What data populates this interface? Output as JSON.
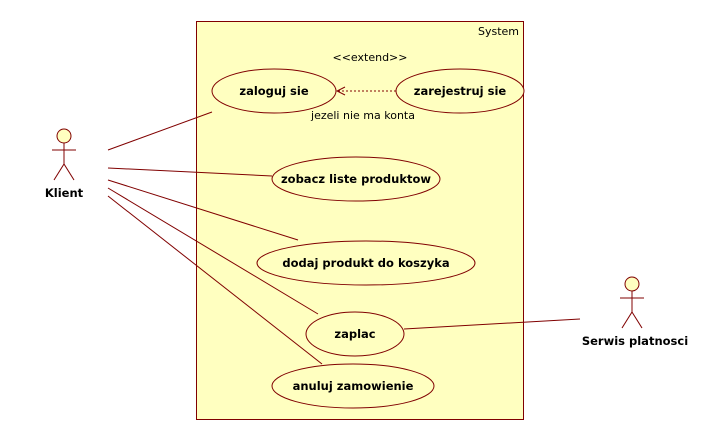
{
  "system": {
    "label": "System"
  },
  "actors": {
    "client": {
      "label": "Klient"
    },
    "payment": {
      "label": "Serwis platnosci"
    }
  },
  "use_cases": {
    "login": {
      "label": "zaloguj sie"
    },
    "register": {
      "label": "zarejestruj sie"
    },
    "view_products": {
      "label": "zobacz liste produktow"
    },
    "add_to_cart": {
      "label": "dodaj produkt do koszyka"
    },
    "pay": {
      "label": "zaplac"
    },
    "cancel_order": {
      "label": "anuluj zamowienie"
    }
  },
  "extend": {
    "stereotype": "<<extend>>",
    "condition": "jezeli nie ma konta"
  },
  "colors": {
    "system_fill": "#ffffc0",
    "system_border": "#800000",
    "line": "#800000",
    "use_case_fill": "#ffffc0"
  }
}
